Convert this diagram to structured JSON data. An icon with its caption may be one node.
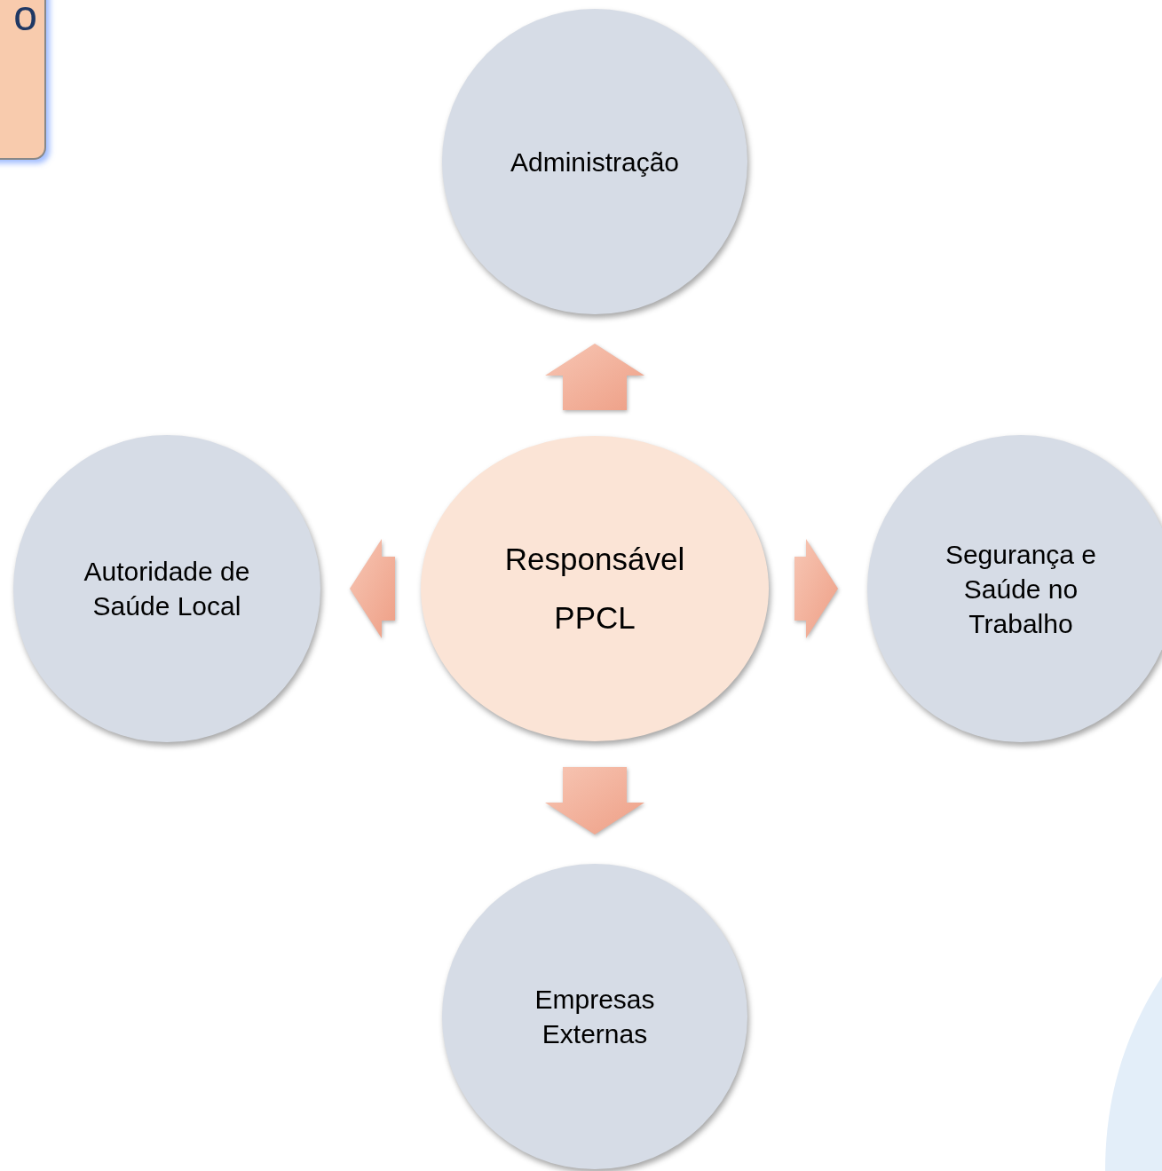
{
  "diagram": {
    "nodes": [
      {
        "text": [
          "o"
        ]
      },
      {
        "text": [
          "Administração"
        ]
      },
      {
        "text": [
          "Autoridade de Saúde Local"
        ]
      },
      {
        "text": [
          "Responsável PPCL"
        ]
      },
      {
        "text": [
          "Segurança e Saúde no Trabalho"
        ]
      },
      {
        "text": [
          "Empresas Externas"
        ]
      }
    ],
    "edges": [
      {
        "from": 3,
        "to": 1,
        "arrow": "to"
      },
      {
        "from": 3,
        "to": 2,
        "arrow": "to"
      },
      {
        "from": 3,
        "to": 4,
        "arrow": "to"
      },
      {
        "from": 3,
        "to": 5,
        "arrow": "to"
      }
    ]
  }
}
